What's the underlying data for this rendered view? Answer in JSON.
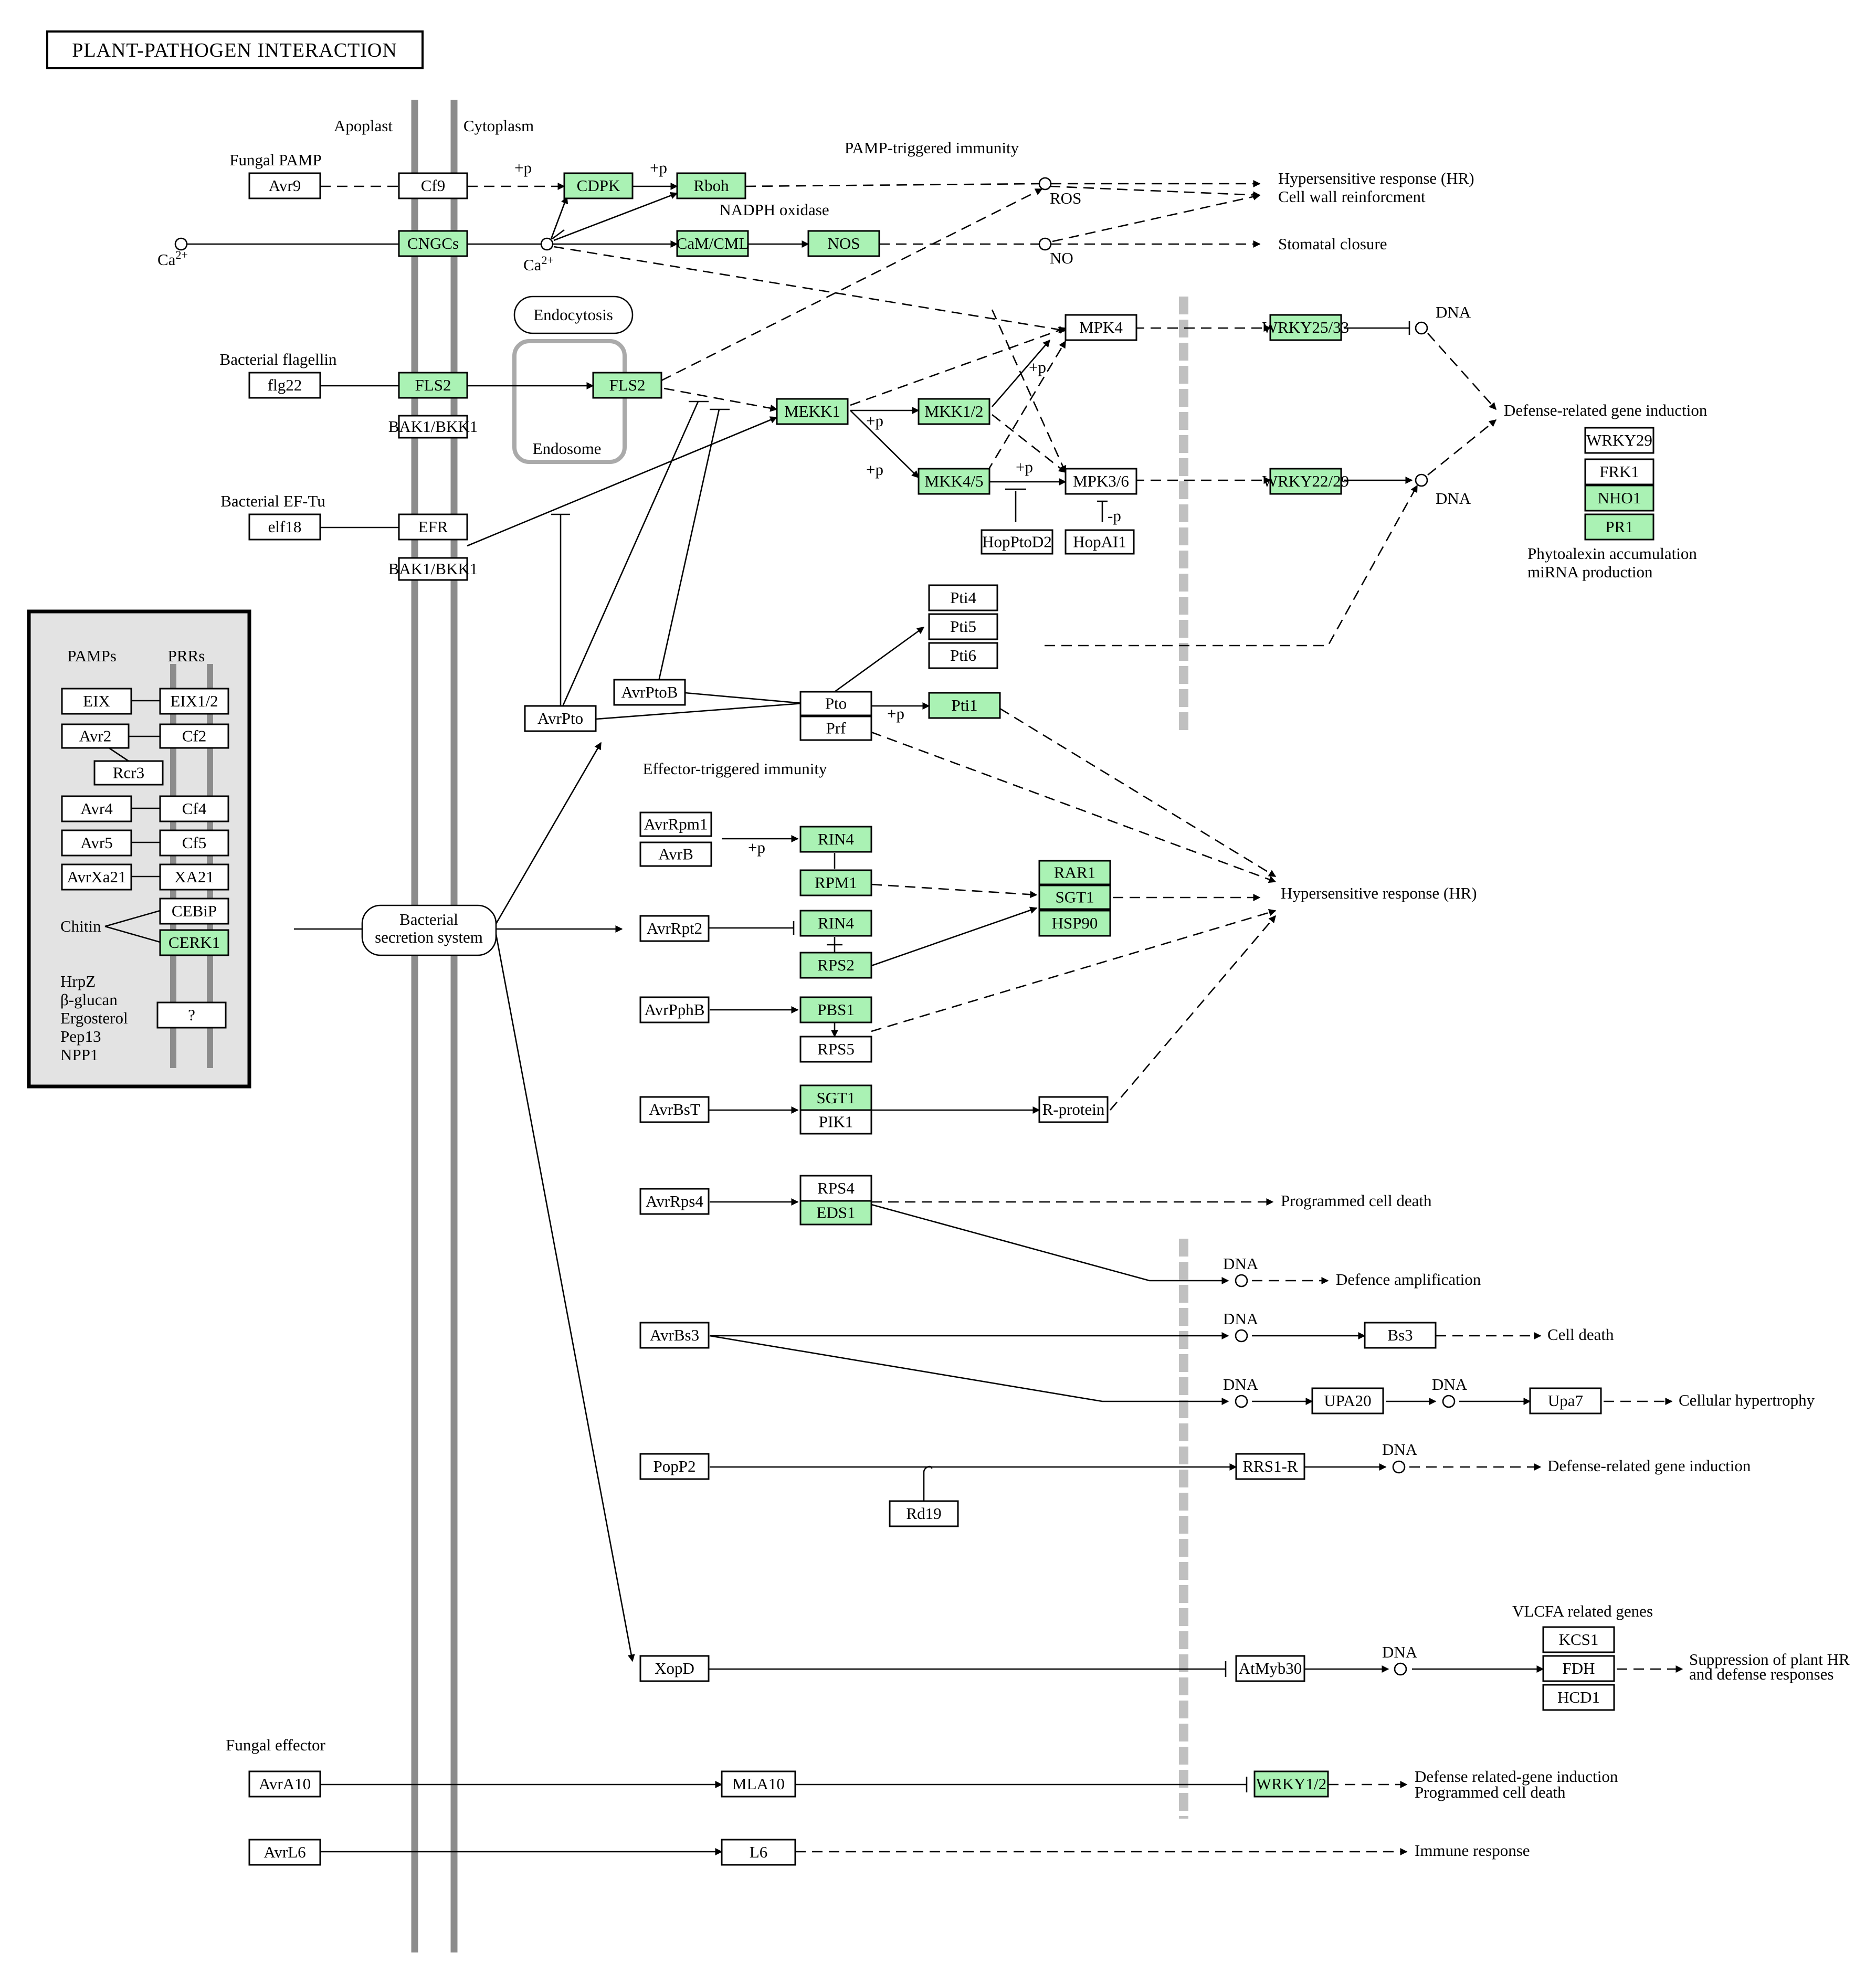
{
  "title": "PLANT-PATHOGEN INTERACTION",
  "colors": {
    "hit": "#aaf2b4",
    "plain": "#ffffff",
    "up": "#ff4d1a",
    "down": "#0fc05a",
    "yellow": "#f0e020",
    "membrane": "#8c8c8c",
    "legend_bg": "#e3e3e3"
  },
  "compartments": {
    "apoplast": "Apoplast",
    "cytoplasm": "Cytoplasm",
    "endocytosis": "Endocytosis",
    "endosome": "Endosome"
  },
  "sections": {
    "pti": "PAMP-triggered immunity",
    "eti": "Effector-triggered immunity",
    "nadph": "NADPH oxidase",
    "vlcfa": "VLCFA related genes"
  },
  "signals": {
    "fungal_pamp": "Fungal PAMP",
    "bacterial_flagellin": "Bacterial flagellin",
    "bacterial_eftu": "Bacterial EF-Tu",
    "fungal_effector": "Fungal effector",
    "ca_left": "Ca",
    "ca_right": "Ca",
    "ca_sup": "2+",
    "ros": "ROS",
    "no": "NO",
    "dna": "DNA",
    "plus_p": "+p",
    "minus_p": "-p"
  },
  "legend": {
    "pamps": "PAMPs",
    "prrs": "PRRs",
    "chitin": "Chitin",
    "others": [
      "HrpZ",
      "β-glucan",
      "Ergosterol",
      "Pep13",
      "NPP1"
    ],
    "nodes": {
      "EIX": "EIX",
      "EIX12": "EIX1/2",
      "Avr2": "Avr2",
      "Cf2": "Cf2",
      "Rcr3": "Rcr3",
      "Avr4": "Avr4",
      "Cf4": "Cf4",
      "Avr5": "Avr5",
      "Cf5": "Cf5",
      "AvrXa21": "AvrXa21",
      "XA21": "XA21",
      "CEBiP": "CEBiP",
      "CERK1": "CERK1",
      "Q": "?"
    }
  },
  "nodes": {
    "Avr9": "Avr9",
    "Cf9": "Cf9",
    "CDPK": "CDPK",
    "Rboh": "Rboh",
    "CNGCs": "CNGCs",
    "CaMCML": "CaM/CML",
    "NOS": "NOS",
    "flg22": "flg22",
    "FLS2a": "FLS2",
    "FLS2b": "FLS2",
    "BAK1a": "BAK1/BKK1",
    "BAK1b": "BAK1/BKK1",
    "elf18": "elf18",
    "EFR": "EFR",
    "MEKK1": "MEKK1",
    "MKK12": "MKK1/2",
    "MKK45": "MKK4/5",
    "MPK4": "MPK4",
    "MPK36": "MPK3/6",
    "HopPtoD2": "HopPtoD2",
    "HopAI1": "HopAI1",
    "WRKY2533": "WRKY25/33",
    "WRKY2229": "WRKY22/29",
    "WRKY29": "WRKY29",
    "FRK1": "FRK1",
    "NHO1": "NHO1",
    "PR1": "PR1",
    "Pti4": "Pti4",
    "Pti5": "Pti5",
    "Pti6": "Pti6",
    "Pto": "Pto",
    "Prf": "Prf",
    "Pti1": "Pti1",
    "AvrPto": "AvrPto",
    "AvrPtoB": "AvrPtoB",
    "AvrRpm1": "AvrRpm1",
    "AvrB": "AvrB",
    "RIN4a": "RIN4",
    "RPM1": "RPM1",
    "AvrRpt2": "AvrRpt2",
    "RIN4b": "RIN4",
    "RPS2": "RPS2",
    "RAR1": "RAR1",
    "SGT1a": "SGT1",
    "HSP90": "HSP90",
    "AvrPphB": "AvrPphB",
    "PBS1": "PBS1",
    "RPS5": "RPS5",
    "AvrBsT": "AvrBsT",
    "SGT1b": "SGT1",
    "PIK1": "PIK1",
    "Rprotein": "R-protein",
    "AvrRps4": "AvrRps4",
    "RPS4": "RPS4",
    "EDS1": "EDS1",
    "AvrBs3": "AvrBs3",
    "Bs3": "Bs3",
    "UPA20": "UPA20",
    "Upa7": "Upa7",
    "PopP2": "PopP2",
    "RRS1R": "RRS1-R",
    "Rd19": "Rd19",
    "XopD": "XopD",
    "AtMyb30": "AtMyb30",
    "KCS1": "KCS1",
    "FDH": "FDH",
    "HCD1": "HCD1",
    "AvrA10": "AvrA10",
    "MLA10": "MLA10",
    "WRKY12": "WRKY1/2",
    "AvrL6": "AvrL6",
    "L6": "L6",
    "BSS": [
      "Bacterial",
      "secretion system"
    ]
  },
  "outcomes": {
    "hr_top": "Hypersensitive response (HR)",
    "cell_wall": "Cell wall reinforcment",
    "stomatal": "Stomatal closure",
    "defense_gene": "Defense-related gene induction",
    "phytoalexin": "Phytoalexin accumulation",
    "mirna": "miRNA production",
    "hr_mid": "Hypersensitive response (HR)",
    "pcd": "Programmed cell death",
    "def_amp": "Defence amplification",
    "cell_death": "Cell death",
    "hypertrophy": "Cellular hypertrophy",
    "def_gene2": "Defense-related gene induction",
    "suppression": [
      "Suppression of plant HR",
      "and defense responses"
    ],
    "def_related": [
      "Defense related-gene induction",
      "Programmed cell death"
    ],
    "immune": "Immune response"
  }
}
